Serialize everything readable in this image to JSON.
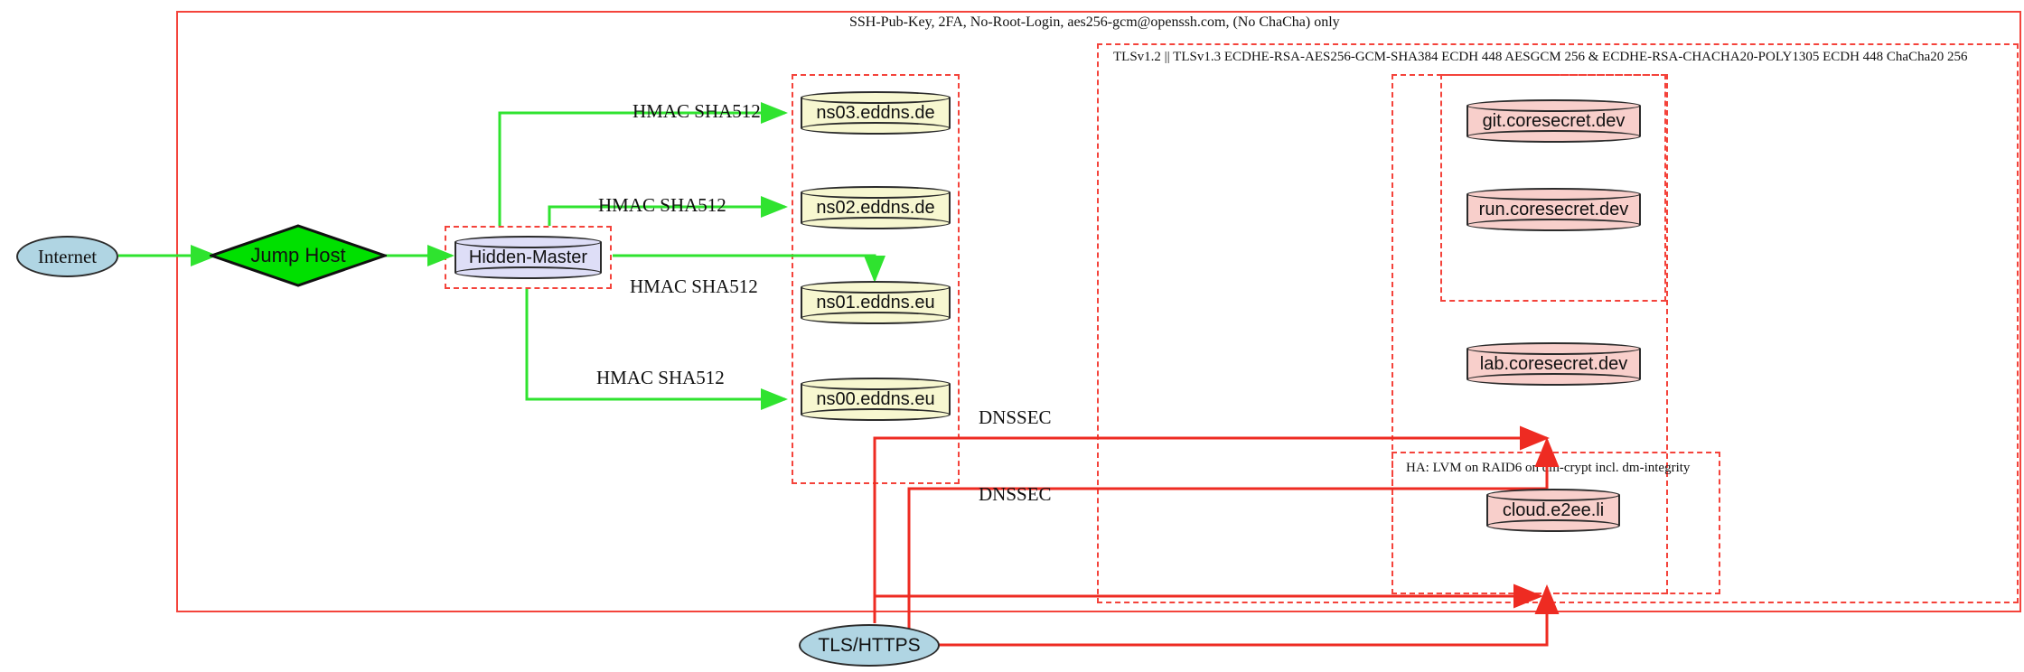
{
  "diagram": {
    "title_label": "SSH-Pub-Key, 2FA, No-Root-Login, aes256-gcm@openssh.com, (No ChaCha) only",
    "tls_label": "TLSv1.2 || TLSv1.3 ECDHE-RSA-AES256-GCM-SHA384 ECDH 448 AESGCM 256 & ECDHE-RSA-CHACHA20-POLY1305 ECDH 448 ChaCha20 256",
    "ha_label": "HA: LVM on RAID6 on dm-crypt incl. dm-integrity"
  },
  "nodes": {
    "internet": "Internet",
    "jump_host": "Jump Host",
    "hidden_master": "Hidden-Master",
    "ns03": "ns03.eddns.de",
    "ns02": "ns02.eddns.de",
    "ns01": "ns01.eddns.eu",
    "ns00": "ns00.eddns.eu",
    "git": "git.coresecret.dev",
    "run": "run.coresecret.dev",
    "lab": "lab.coresecret.dev",
    "cloud": "cloud.e2ee.li",
    "tls_https": "TLS/HTTPS"
  },
  "edges": {
    "hmac_ns03": "HMAC SHA512",
    "hmac_ns02": "HMAC SHA512",
    "hmac_ns01": "HMAC SHA512",
    "hmac_ns00": "HMAC SHA512",
    "dnssec_upper": "DNSSEC",
    "dnssec_lower": "DNSSEC"
  },
  "colors": {
    "boundary_red": "#f4433b",
    "link_green": "#2fe32f",
    "node_blue": "#b0d5e3",
    "node_green": "#00e000",
    "node_lavender": "#dedef7",
    "node_yellow": "#f7f7d0",
    "node_pink": "#f8cfcb",
    "stroke": "#2b2b2b"
  }
}
